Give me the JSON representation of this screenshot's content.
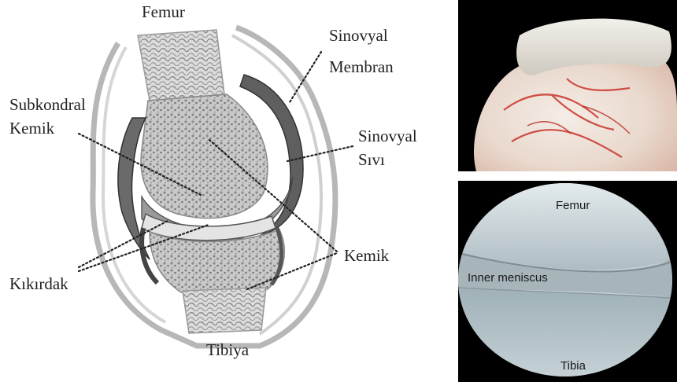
{
  "diagram": {
    "labels": {
      "femur": "Femur",
      "sinovyal_membran_line1": "Sinovyal",
      "sinovyal_membran_line2": "Membran",
      "subkondral_line1": "Subkondral",
      "subkondral_line2": "Kemik",
      "sinovyal_sivi_line1": "Sinovyal",
      "sinovyal_sivi_line2": "Sıvı",
      "kemik": "Kemik",
      "kikirdak": "Kıkırdak",
      "tibiya": "Tibiya"
    }
  },
  "photos": {
    "arthroscopy": {
      "femur": "Femur",
      "inner_meniscus": "Inner meniscus",
      "tibia": "Tibia"
    }
  },
  "colors": {
    "background": "#ffffff",
    "ink": "#222222",
    "cartilage_gray": "#6f6f6f",
    "synovial_fluid": "#9a9a9a",
    "photo_background": "#000000",
    "arthroscopy_tint": "#b9c6cc"
  }
}
